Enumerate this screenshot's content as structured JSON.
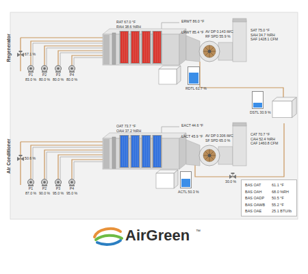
{
  "diagram": {
    "nodes": [
      {
        "text": [
          "RDTL 61.7 %"
        ]
      },
      {
        "text": [
          "DSTL 30.9 %"
        ]
      },
      {
        "text": [
          "ACTL 50.3 %"
        ]
      },
      {
        "text": [
          "BAS OAT",
          "61.1 °F",
          "BAS OAH",
          "68.0 %RH",
          "BAS OADP",
          "50.5 °F",
          "BAS OAWB",
          "55.2 °F",
          "BAS OAE",
          "25.1 BTU/lb"
        ]
      }
    ],
    "labels": [
      "Regenerator",
      "RAT 67.0 °F",
      "RAH 38.6 %RH",
      "ERWT 86.0 °F",
      "LRWT 85.4 °F",
      "AV DP 0.143 iWC",
      "RF SPD 55.9 %",
      "SAT 75.0 °F",
      "SAH 34.7 %RH",
      "SAF 1428.1 CFM",
      "67.1 %",
      "P1",
      "P2",
      "P3",
      "P4",
      "83.0 %",
      "80.0 %",
      "80.0 %",
      "80.0 %",
      "Air Conditioner",
      "OAT 73.7 °F",
      "OAH 37.2 %RH",
      "EACT 44.6 °F",
      "LACT 45.9 °F",
      "AV DP 0.306 iWC",
      "SF SPD 65.0 %",
      "CAT 70.7 °F",
      "CAH 52.4 %RH",
      "CAF 1460.8 CFM",
      "50.6 %",
      "P1",
      "P2",
      "P3",
      "P4",
      "87.0 %",
      "90.0 %",
      "95.0 %",
      "95.0 %",
      "30.0 %",
      "AirGreen",
      "™"
    ]
  }
}
